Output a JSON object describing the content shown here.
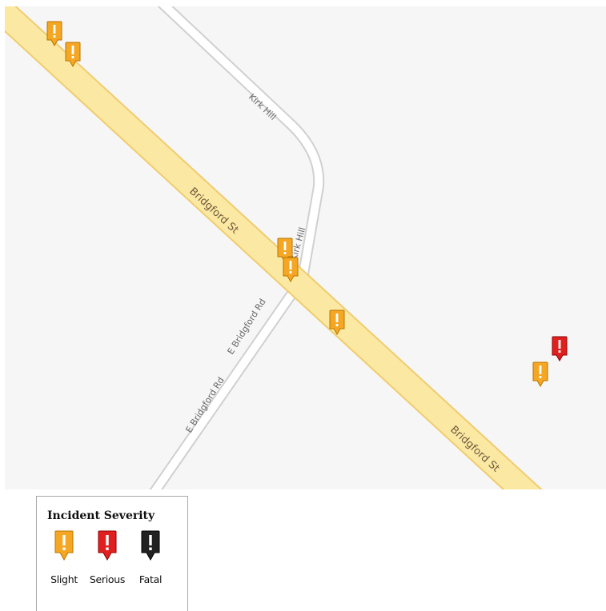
{
  "map": {
    "roads": {
      "main_road": "Bridgford St",
      "side_road": "Kirk Hill",
      "cross_road": "E Bridgford Rd"
    },
    "markers": [
      {
        "severity": "slight"
      },
      {
        "severity": "slight"
      },
      {
        "severity": "slight"
      },
      {
        "severity": "slight"
      },
      {
        "severity": "slight"
      },
      {
        "severity": "serious"
      },
      {
        "severity": "slight"
      }
    ]
  },
  "legend": {
    "title": "Incident Severity",
    "items": [
      {
        "label": "Slight",
        "color": "#f5a623"
      },
      {
        "label": "Serious",
        "color": "#e02020"
      },
      {
        "label": "Fatal",
        "color": "#222222"
      }
    ]
  },
  "colors": {
    "map_background": "#f6f6f6",
    "main_road_fill": "#fbe8a3",
    "main_road_edge": "#f0cc6e",
    "minor_road_fill": "#ffffff",
    "minor_road_edge": "#d0d0d0"
  }
}
